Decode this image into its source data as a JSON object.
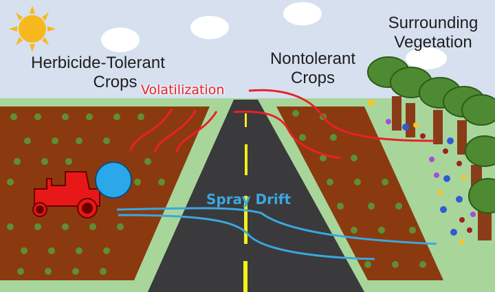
{
  "labels": {
    "tolerant": [
      "Herbicide-Tolerant",
      "Crops"
    ],
    "nontolerant": [
      "Nontolerant",
      "Crops"
    ],
    "vegetation": [
      "Surrounding",
      "Vegetation"
    ],
    "volatilization": "Volatilization",
    "spray_drift": "Spray Drift"
  },
  "colors": {
    "sky": "#d6e0ef",
    "grass": "#a8d69a",
    "soil": "#8b3a10",
    "road": "#3a3a3c",
    "lane": "#f5f01a",
    "tractor": "#e81818",
    "tank": "#2aa8ea",
    "volatilization_arrow": "#e8202a",
    "drift_arrow": "#3aa8e0",
    "tree": "#4e8a32",
    "trunk": "#8a3c18",
    "sun": "#f7b81e"
  }
}
